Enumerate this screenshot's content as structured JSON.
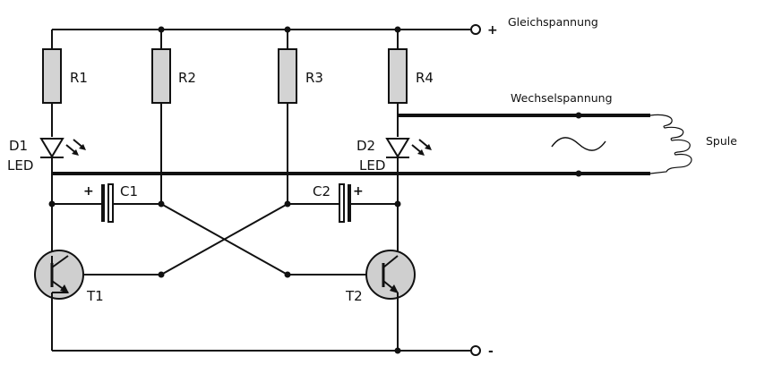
{
  "labels": {
    "supply_dc": "Gleichspannung",
    "supply_ac": "Wechselspannung",
    "coil": "Spule",
    "plus_terminal": "+",
    "minus_terminal": "-",
    "plus_cap": "+"
  },
  "components": {
    "resistors": [
      "R1",
      "R2",
      "R3",
      "R4"
    ],
    "capacitors": [
      "C1",
      "C2"
    ],
    "transistors": [
      "T1",
      "T2"
    ],
    "leds": [
      {
        "name": "D1",
        "type": "LED"
      },
      {
        "name": "D2",
        "type": "LED"
      }
    ]
  },
  "icon_names": [
    "led-symbol-icon",
    "npn-transistor-icon",
    "capacitor-icon",
    "resistor-icon",
    "sine-wave-icon",
    "coil-icon"
  ]
}
